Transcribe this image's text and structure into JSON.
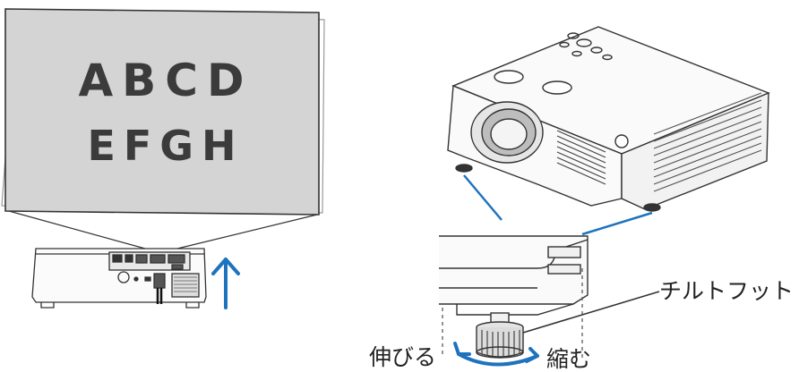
{
  "screen": {
    "row1": "ABCD",
    "row2": "EFGH"
  },
  "labels": {
    "tilt_foot": "チルトフット",
    "extend": "伸びる",
    "shorten": "縮む"
  },
  "colors": {
    "accent_blue": "#1e73be",
    "screen_fill": "#d4d4d4",
    "outline": "#333333"
  },
  "icons": [
    "up-arrow-icon",
    "rotate-arrow-icon"
  ]
}
